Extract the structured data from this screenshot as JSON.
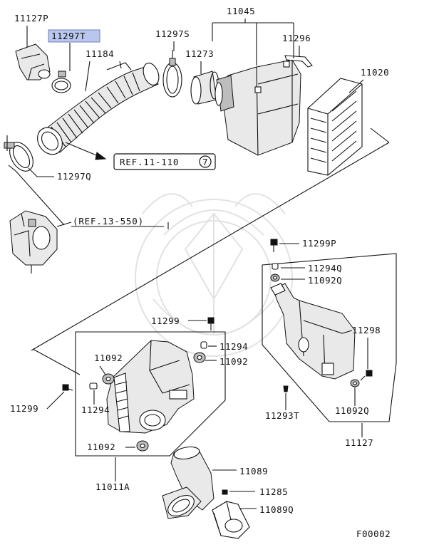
{
  "labels": {
    "p11127P": "11127P",
    "p11297T": "11297T",
    "p11184": "11184",
    "p11297S": "11297S",
    "p11045": "11045",
    "p11273": "11273",
    "p11296": "11296",
    "p11020": "11020",
    "p11297Q": "11297Q",
    "p11299P": "11299P",
    "p11294Q": "11294Q",
    "p11092Q_a": "11092Q",
    "p11299_a": "11299",
    "p11294_a": "11294",
    "p11092_a": "11092",
    "p11092_b": "11092",
    "p11294_b": "11294",
    "p11298": "11298",
    "p11299_b": "11299",
    "p11293T": "11293T",
    "p11092Q_b": "11092Q",
    "p11092_c": "11092",
    "p11127": "11127",
    "p11011A": "11011A",
    "p11089": "11089",
    "p11285": "11285",
    "p11089Q": "11089Q"
  },
  "refs": {
    "ref_11_110": "REF.11-110",
    "ref_11_110_num": "7",
    "ref_13_550": "(REF.13-550)"
  },
  "diagram_code": "F00002",
  "highlight_color": "#b9c6ee"
}
